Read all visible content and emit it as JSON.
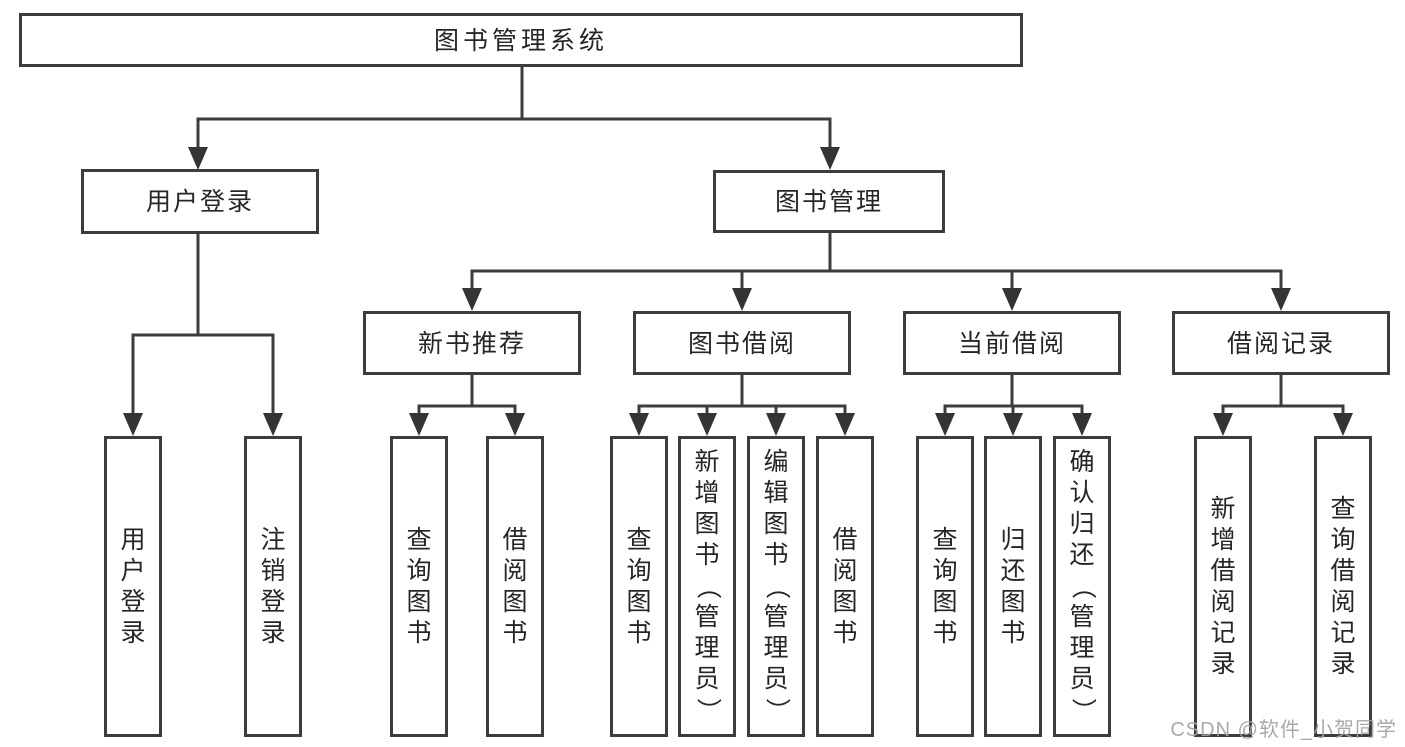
{
  "tree": {
    "root": "图书管理系统",
    "branches": [
      {
        "label": "用户登录",
        "children": [
          "用户登录",
          "注销登录"
        ]
      },
      {
        "label": "图书管理",
        "groups": [
          {
            "label": "新书推荐",
            "children": [
              "查询图书",
              "借阅图书"
            ]
          },
          {
            "label": "图书借阅",
            "children": [
              "查询图书",
              "新增图书（管理员）",
              "编辑图书（管理员）",
              "借阅图书"
            ]
          },
          {
            "label": "当前借阅",
            "children": [
              "查询图书",
              "归还图书",
              "确认归还（管理员）"
            ]
          },
          {
            "label": "借阅记录",
            "children": [
              "新增借阅记录",
              "查询借阅记录"
            ]
          }
        ]
      }
    ]
  },
  "colors": {
    "line": "#3c3c3c",
    "text": "#262626",
    "watermark": "#a2a2a2"
  },
  "watermark": "CSDN @软件_小贺同学"
}
